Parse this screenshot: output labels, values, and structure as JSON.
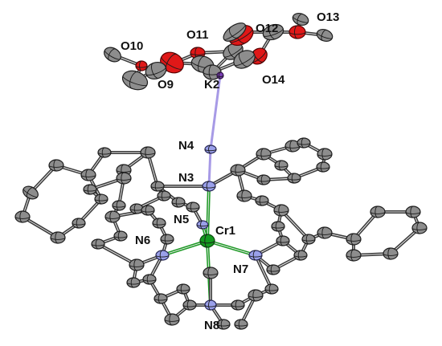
{
  "labels": {
    "O10": "O10",
    "O11": "O11",
    "O12": "O12",
    "O13": "O13",
    "O9": "O9",
    "K2": "K2",
    "O14": "O14",
    "N4": "N4",
    "N3": "N3",
    "N5": "N5",
    "Cr1": "Cr1",
    "N6": "N6",
    "N7": "N7",
    "N8": "N8"
  },
  "colors": {
    "carbon": "#8d8d8d",
    "nitrogen": "#9aa0ea",
    "oxygen": "#e01818",
    "potassium": "#7b3fb8",
    "chromium": "#149a1f",
    "bond_dark": "#3a3a3a",
    "bond_n_k": "#a79ae6",
    "bond_cr_n": "#1c9a24"
  }
}
